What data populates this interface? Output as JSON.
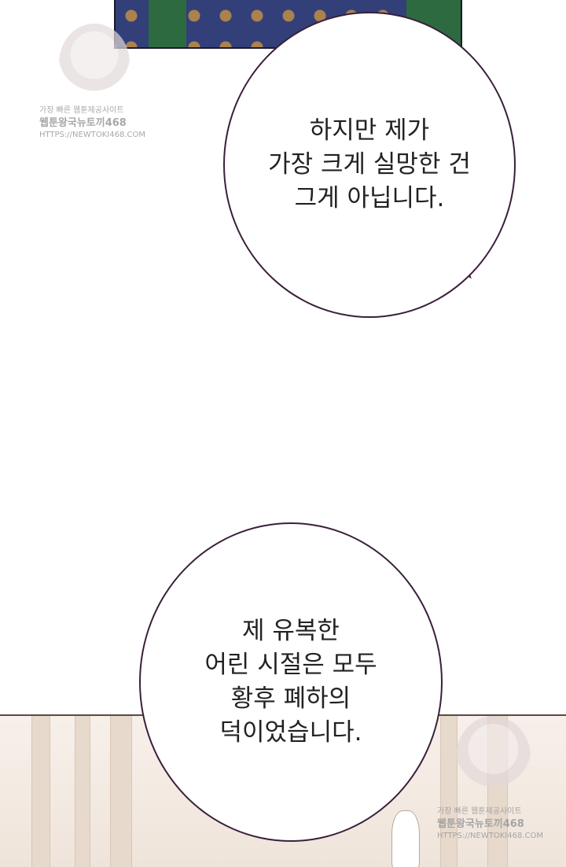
{
  "bubble_1": {
    "lines": [
      "하지만 제가",
      "가장 크게 실망한 건",
      "그게 아닙니다."
    ]
  },
  "bubble_2": {
    "lines": [
      "제 유복한",
      "어린 시절은 모두",
      "황후 폐하의",
      "덕이었습니다."
    ]
  },
  "watermark_top": {
    "line1": "가장 빠른 웹툰제공사이트",
    "line2": "웹툰왕국뉴토끼468",
    "line3": "HTTPS://NEWTOKI468.COM"
  },
  "watermark_bottom": {
    "line1": "가장 빠른 웹툰제공사이트",
    "line2": "웹툰왕국뉴토끼468",
    "line3": "HTTPS://NEWTOKI468.COM"
  },
  "colors": {
    "bubble_border": "#3a1f3a",
    "text": "#222222",
    "panel_top": "#2f3b73",
    "panel_bottom": "#efe4da"
  }
}
